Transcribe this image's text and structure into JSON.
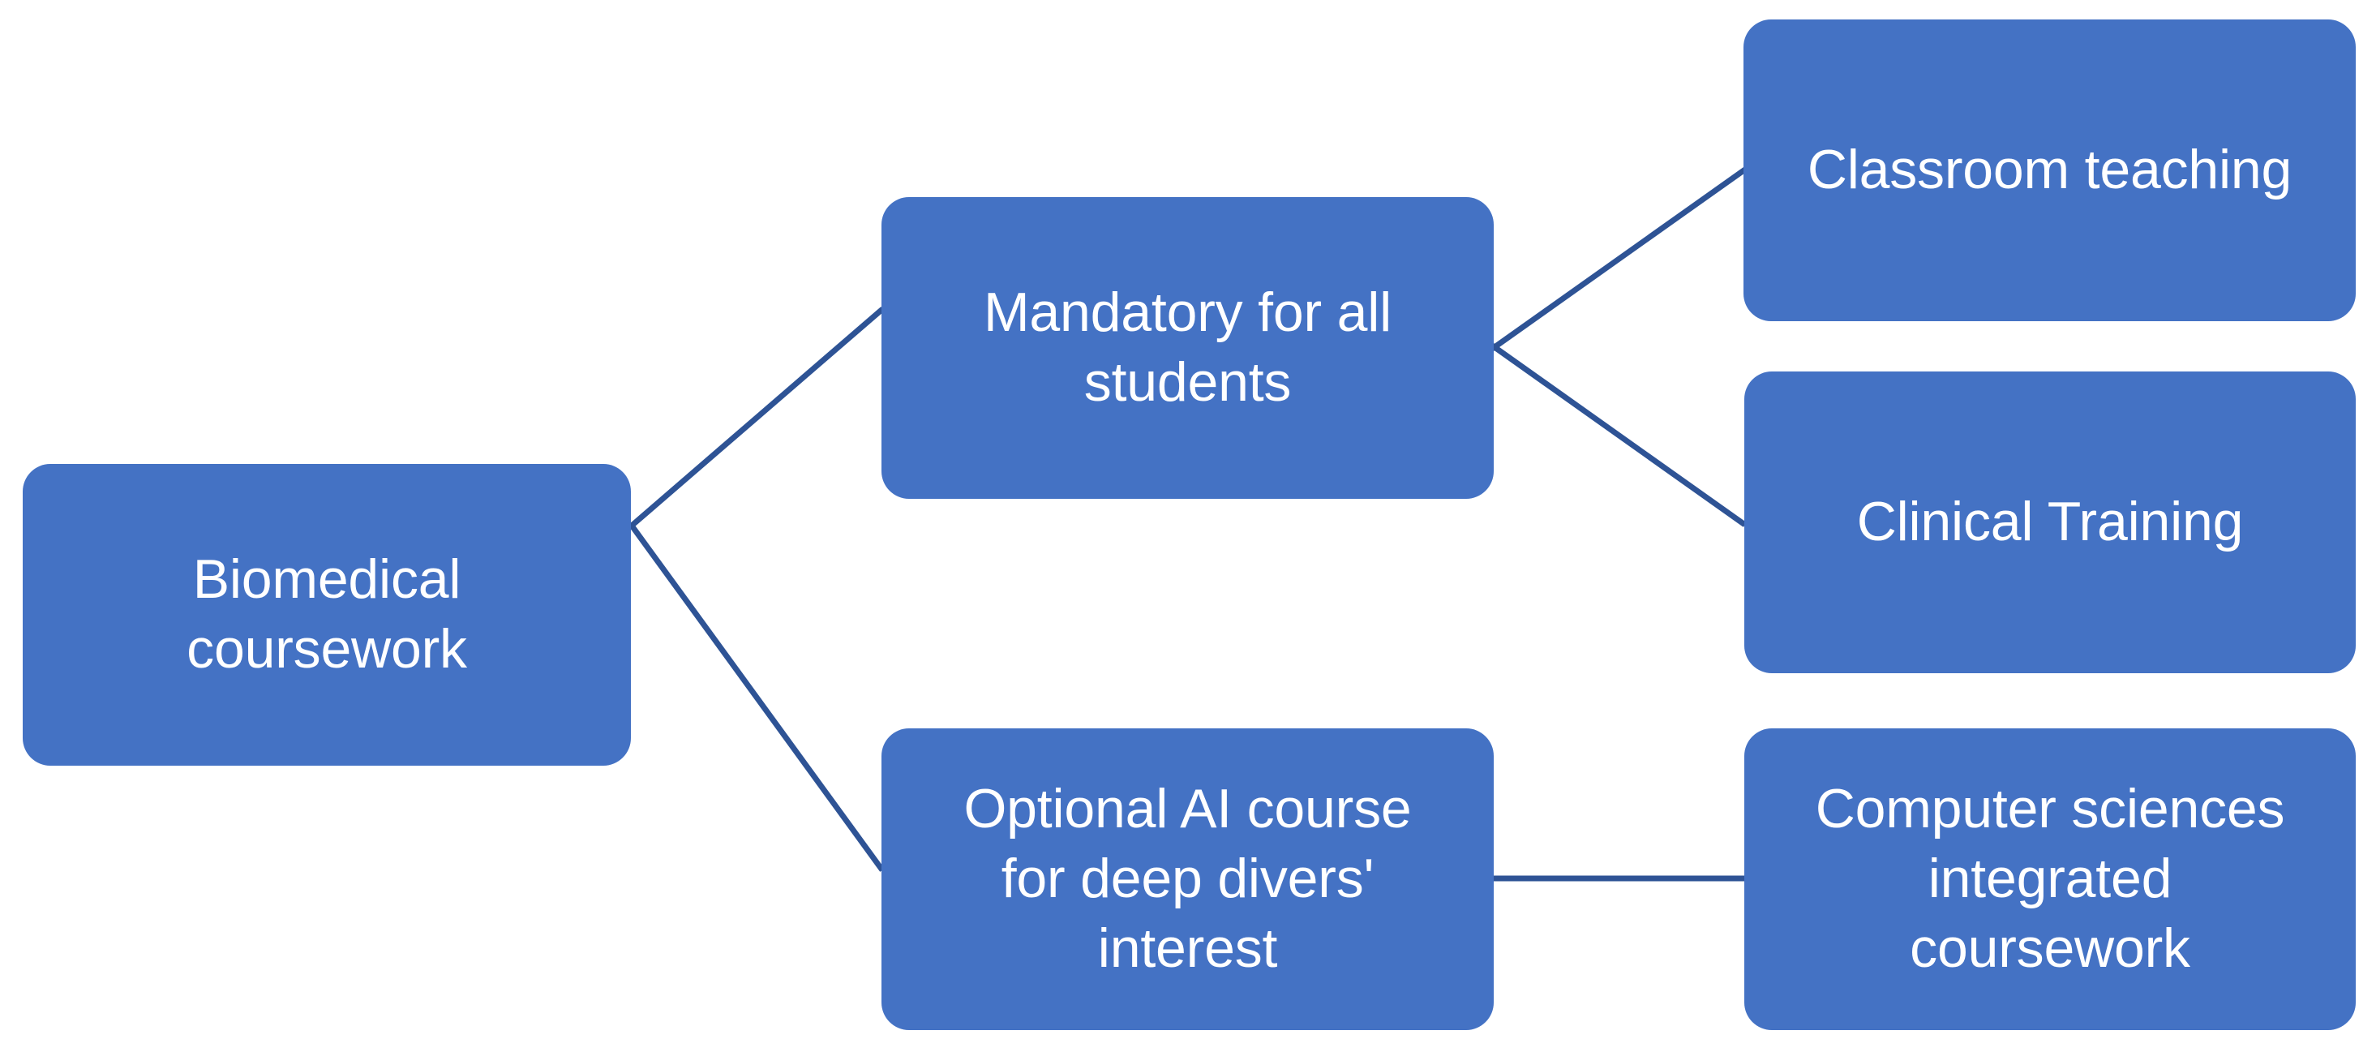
{
  "diagram": {
    "type": "flowchart-tree",
    "orientation": "left-to-right",
    "theme": {
      "node_fill": "#4472C4",
      "node_text_color": "#FFFFFF",
      "connector_color": "#2E5395",
      "background": "#FFFFFF"
    },
    "nodes": [
      {
        "id": "root",
        "label": "Biomedical\ncoursework",
        "level": 0
      },
      {
        "id": "mandatory",
        "label": "Mandatory for all\nstudents",
        "level": 1
      },
      {
        "id": "optional",
        "label": "Optional AI course\nfor deep divers'\ninterest",
        "level": 1
      },
      {
        "id": "classroom",
        "label": "Classroom teaching",
        "level": 2
      },
      {
        "id": "clinical",
        "label": "Clinical Training",
        "level": 2
      },
      {
        "id": "cs",
        "label": "Computer sciences\nintegrated\ncoursework",
        "level": 2
      }
    ],
    "edges": [
      {
        "from": "root",
        "to": "mandatory"
      },
      {
        "from": "root",
        "to": "optional"
      },
      {
        "from": "mandatory",
        "to": "classroom"
      },
      {
        "from": "mandatory",
        "to": "clinical"
      },
      {
        "from": "optional",
        "to": "cs"
      }
    ]
  }
}
